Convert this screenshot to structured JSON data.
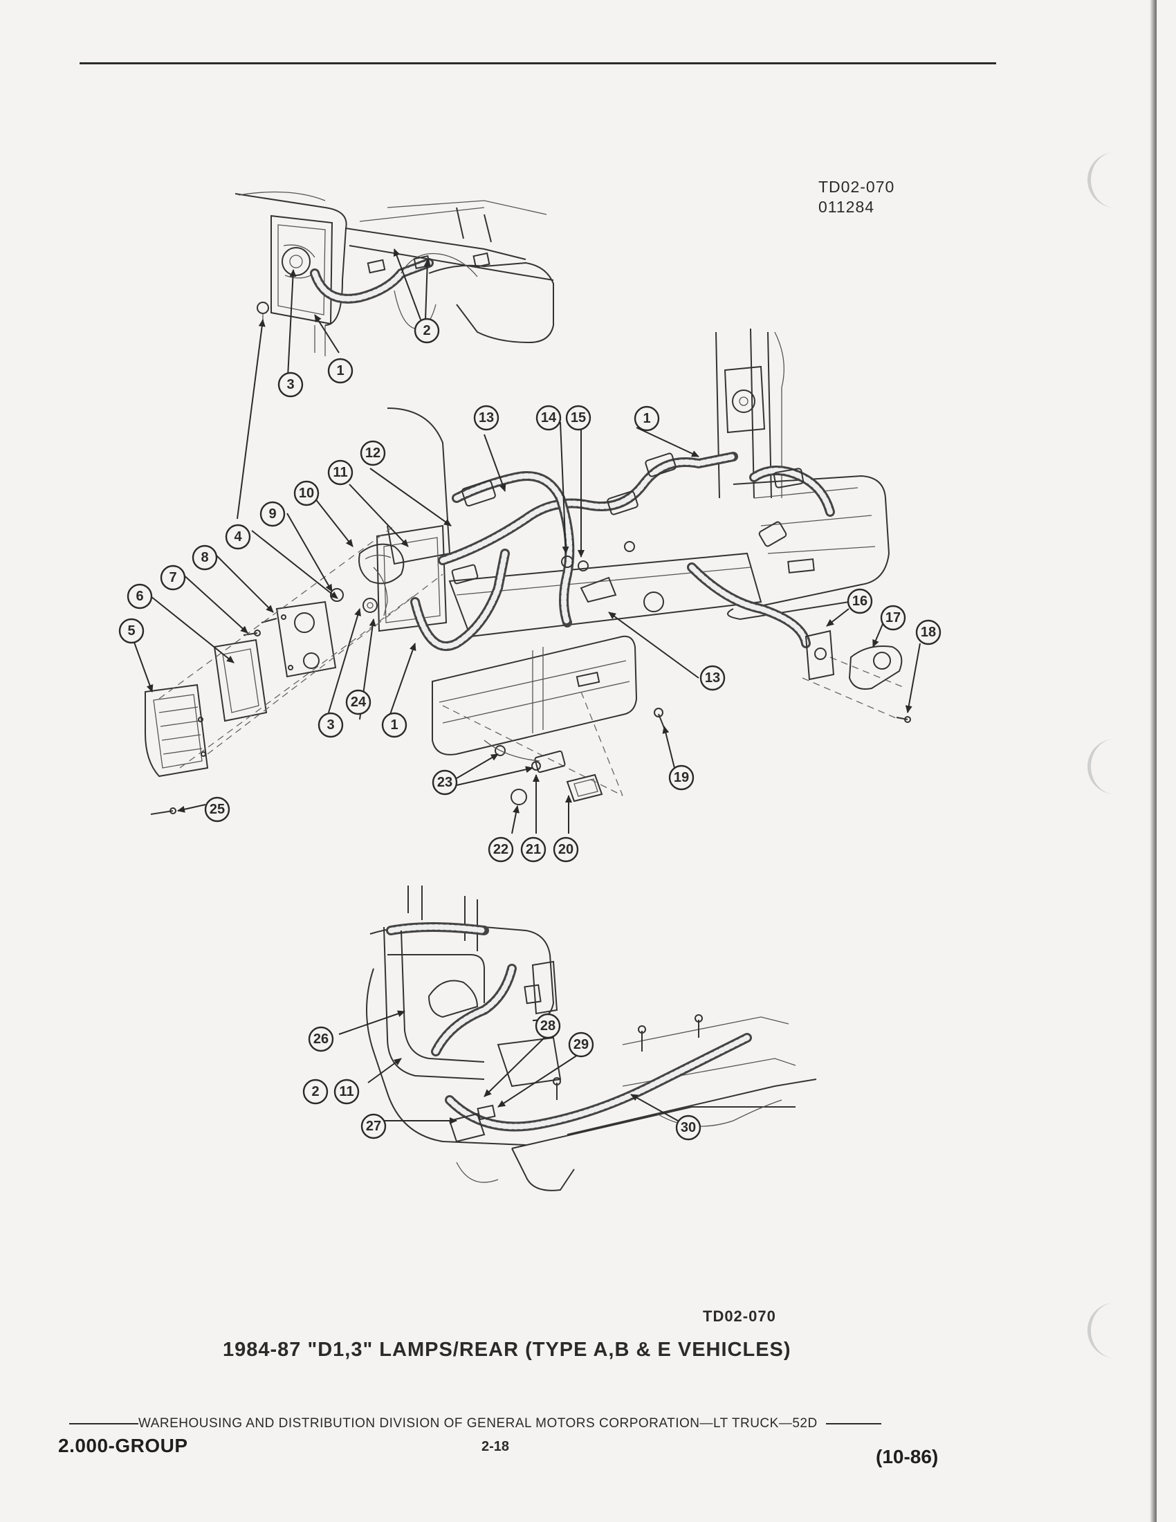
{
  "figure": {
    "code_top": "TD02-070",
    "date_code": "011284",
    "code_bottom": "TD02-070",
    "caption": "1984-87 \"D1,3\" LAMPS/REAR (TYPE A,B & E VEHICLES)"
  },
  "callouts": [
    "1",
    "1",
    "1",
    "2",
    "2",
    "3",
    "3",
    "4",
    "5",
    "6",
    "7",
    "8",
    "9",
    "10",
    "11",
    "11",
    "12",
    "13",
    "13",
    "14",
    "15",
    "16",
    "17",
    "18",
    "19",
    "20",
    "21",
    "22",
    "23",
    "24",
    "25",
    "26",
    "27",
    "28",
    "29",
    "30"
  ],
  "footer": {
    "division": "WAREHOUSING AND DISTRIBUTION  DIVISION OF GENERAL MOTORS CORPORATION—LT TRUCK—52D",
    "group": "2.000-GROUP",
    "page": "2-18",
    "date": "(10-86)"
  }
}
